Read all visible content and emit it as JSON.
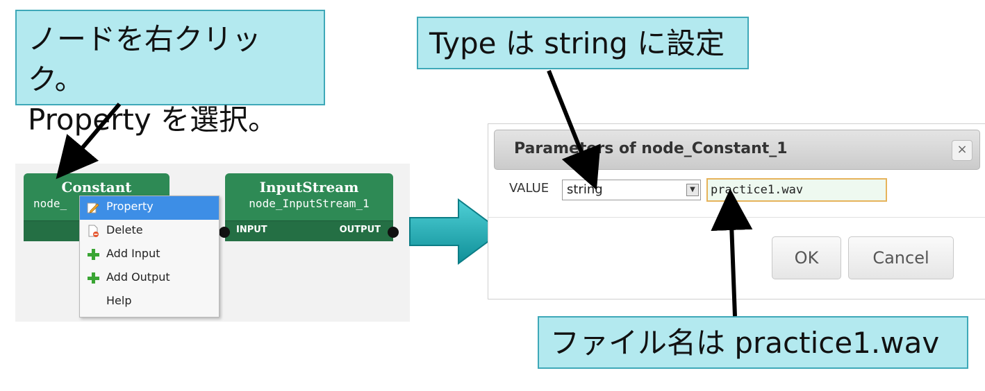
{
  "callouts": {
    "right_click": [
      "ノードを右クリック。",
      "Property を選択。"
    ],
    "type_note": "Type は string に設定",
    "filename_note": "ファイル名は practice1.wav"
  },
  "nodes": {
    "constant": {
      "title": "Constant",
      "subtitle": "node_"
    },
    "inputstream": {
      "title": "InputStream",
      "subtitle": "node_InputStream_1",
      "input_label": "INPUT",
      "output_label": "OUTPUT"
    }
  },
  "context_menu": {
    "items": [
      {
        "label": "Property",
        "icon": "pencil-icon"
      },
      {
        "label": "Delete",
        "icon": "delete-icon"
      },
      {
        "label": "Add Input",
        "icon": "plus-icon"
      },
      {
        "label": "Add Output",
        "icon": "plus-icon"
      },
      {
        "label": "Help",
        "icon": ""
      }
    ]
  },
  "dialog": {
    "title": "Parameters of node_Constant_1",
    "close": "×",
    "value_label": "VALUE",
    "type_select": "string",
    "value_input": "practice1.wav",
    "ok_label": "OK",
    "cancel_label": "Cancel"
  },
  "colors": {
    "callout_bg": "#b3e9ef",
    "callout_border": "#3ea8b8",
    "node_green": "#2e8a55",
    "menu_highlight": "#3d8ee6",
    "big_arrow": "#1ba8b0"
  }
}
